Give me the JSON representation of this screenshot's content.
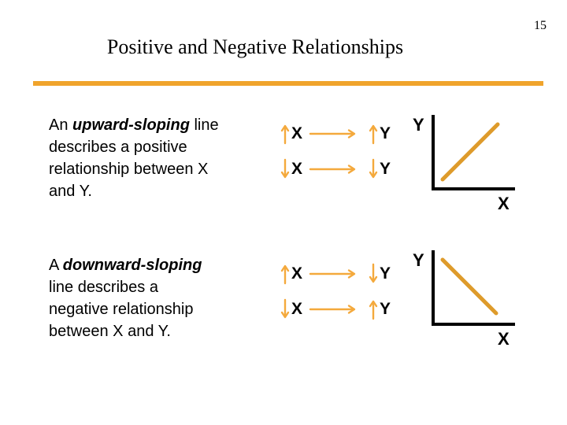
{
  "slide": {
    "page_number": "15",
    "title": "Positive and Negative Relationships",
    "colors": {
      "background": "#FFFFFF",
      "accent_rule": "#F0A42C",
      "arrow": "#F4A93C",
      "graph_line": "#DE9B2B",
      "axis": "#000000",
      "text": "#000000"
    }
  },
  "sections": {
    "positive": {
      "lines": [
        [
          {
            "t": "An "
          },
          {
            "t": "upward-sloping",
            "b": true
          },
          {
            "t": " line"
          }
        ],
        [
          {
            "t": "describes a positive"
          }
        ],
        [
          {
            "t": "relationship between X"
          }
        ],
        [
          {
            "t": "and Y."
          }
        ]
      ],
      "relations": [
        {
          "from_dir": "up",
          "from_label": "X",
          "to_dir": "up",
          "to_label": "Y"
        },
        {
          "from_dir": "down",
          "from_label": "X",
          "to_dir": "down",
          "to_label": "Y"
        }
      ],
      "graph": {
        "y_axis_label": "Y",
        "x_axis_label": "X",
        "slope": "up"
      }
    },
    "negative": {
      "lines": [
        [
          {
            "t": "A "
          },
          {
            "t": "downward-sloping",
            "b": true
          }
        ],
        [
          {
            "t": "line describes a"
          }
        ],
        [
          {
            "t": "negative relationship"
          }
        ],
        [
          {
            "t": "between X and Y."
          }
        ]
      ],
      "relations": [
        {
          "from_dir": "up",
          "from_label": "X",
          "to_dir": "down",
          "to_label": "Y"
        },
        {
          "from_dir": "down",
          "from_label": "X",
          "to_dir": "up",
          "to_label": "Y"
        }
      ],
      "graph": {
        "y_axis_label": "Y",
        "x_axis_label": "X",
        "slope": "down"
      }
    }
  }
}
